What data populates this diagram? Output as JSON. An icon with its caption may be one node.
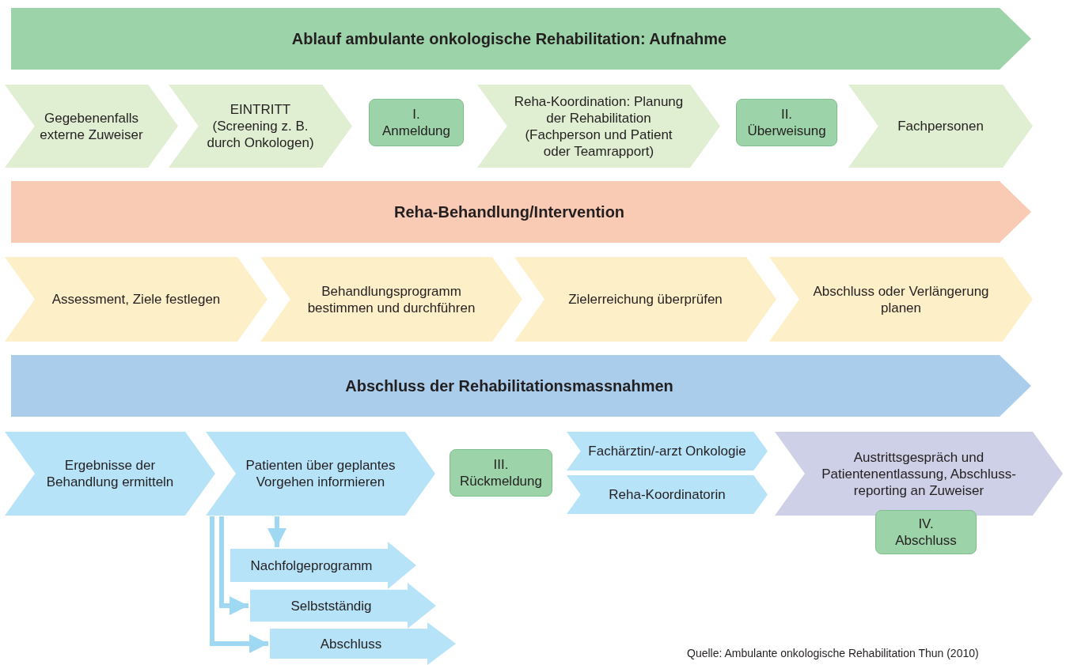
{
  "diagram": {
    "caption": "Quelle: Ambulante onkologische Rehabilitation Thun (2010)",
    "nodes": [
      {
        "text": [
          "Ablauf ambulante onkologische Rehabilitation: Aufnahme"
        ]
      },
      {
        "text": [
          "Gegebenenfalls externe Zuweiser"
        ]
      },
      {
        "text": [
          "EINTRITT (Screening z. B. durch Onkologen)"
        ]
      },
      {
        "text": [
          "I.",
          "Anmeldung"
        ]
      },
      {
        "text": [
          "Reha-Koordination: Planung der Rehabilitation (Fachperson und Patient oder Teamrapport)"
        ]
      },
      {
        "text": [
          "II.",
          "Überweisung"
        ]
      },
      {
        "text": [
          "Fachpersonen"
        ]
      },
      {
        "text": [
          "Reha-Behandlung/Intervention"
        ]
      },
      {
        "text": [
          "Assessment, Ziele festlegen"
        ]
      },
      {
        "text": [
          "Behandlungsprogramm bestimmen und durchführen"
        ]
      },
      {
        "text": [
          "Zielerreichung überprüfen"
        ]
      },
      {
        "text": [
          "Abschluss oder Verlängerung planen"
        ]
      },
      {
        "text": [
          "Abschluss der Rehabilitationsmassnahmen"
        ]
      },
      {
        "text": [
          "Ergebnisse der Behandlung ermitteln"
        ]
      },
      {
        "text": [
          "Patienten über geplantes Vorgehen informieren"
        ]
      },
      {
        "text": [
          "III.",
          "Rückmeldung"
        ]
      },
      {
        "text": [
          "Fachärztin/-arzt Onkologie"
        ]
      },
      {
        "text": [
          "Reha-Koordinatorin"
        ]
      },
      {
        "text": [
          "Austrittsgespräch und Patientenentlassung, Abschluss-reporting an Zuweiser"
        ]
      },
      {
        "text": [
          "IV.",
          "Abschluss"
        ]
      },
      {
        "text": [
          "Nachfolgeprogramm"
        ]
      },
      {
        "text": [
          "Selbstständig"
        ]
      },
      {
        "text": [
          "Abschluss"
        ]
      }
    ],
    "edges": [
      {
        "from": 14,
        "to": 20,
        "arrow": "to"
      },
      {
        "from": 14,
        "to": 21,
        "arrow": "to"
      },
      {
        "from": 14,
        "to": 22,
        "arrow": "to"
      }
    ]
  }
}
